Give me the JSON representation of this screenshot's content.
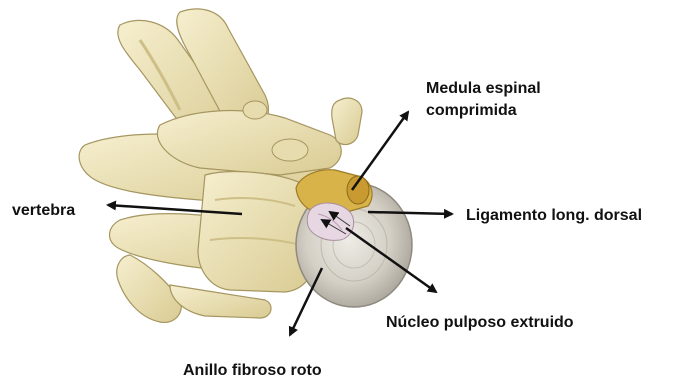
{
  "labels": {
    "medula_line1": "Medula espinal",
    "medula_line2": "comprimida",
    "vertebra": "vertebra",
    "ligamento": "Ligamento long. dorsal",
    "nucleo": "Núcleo pulposo extruido",
    "anillo": "Anillo fibroso roto"
  },
  "colors": {
    "bone": "#efe6bd",
    "bone_shadow": "#cdbf86",
    "bone_outline": "#a69660",
    "disc_outer": "#c9c6bd",
    "disc_inner": "#b8b3a8",
    "spinal_cord": "#d8b34a",
    "nucleus": "#e7d7e2",
    "arrow": "#111111"
  }
}
